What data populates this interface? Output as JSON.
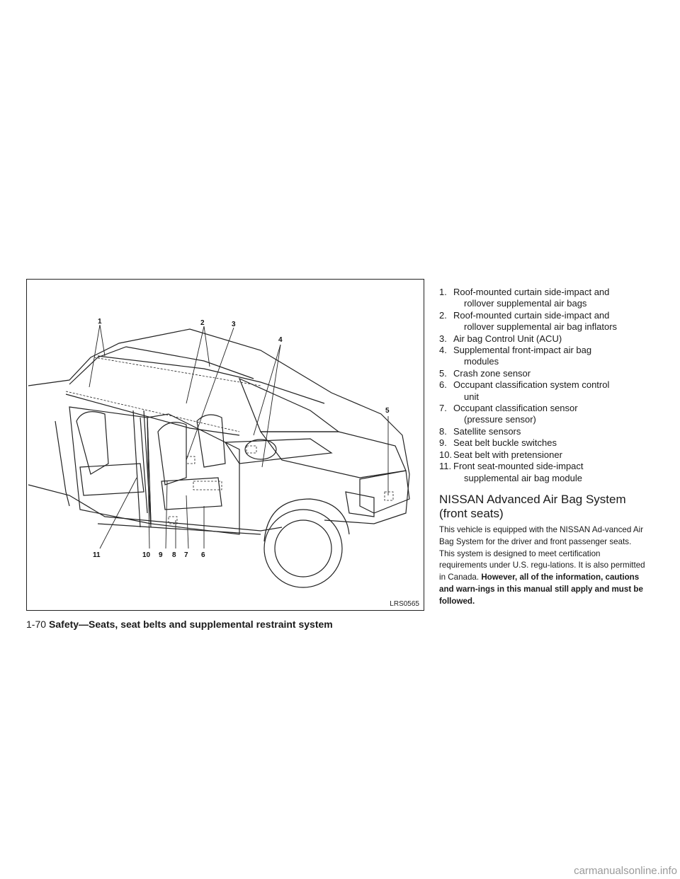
{
  "figure": {
    "code": "LRS0565",
    "callouts": [
      "1",
      "2",
      "3",
      "4",
      "5",
      "6",
      "7",
      "8",
      "9",
      "10",
      "11"
    ]
  },
  "list": [
    {
      "num": "1.",
      "text": "Roof-mounted curtain side-impact and",
      "cont": "rollover supplemental air bags"
    },
    {
      "num": "2.",
      "text": "Roof-mounted curtain side-impact and",
      "cont": "rollover supplemental air bag inflators"
    },
    {
      "num": "3.",
      "text": "Air bag Control Unit (ACU)",
      "cont": ""
    },
    {
      "num": "4.",
      "text": "Supplemental front-impact air bag",
      "cont": "modules"
    },
    {
      "num": "5.",
      "text": "Crash zone sensor",
      "cont": ""
    },
    {
      "num": "6.",
      "text": "Occupant classification system control",
      "cont": "unit"
    },
    {
      "num": "7.",
      "text": "Occupant classification sensor",
      "cont": "(pressure sensor)"
    },
    {
      "num": "8.",
      "text": "Satellite sensors",
      "cont": ""
    },
    {
      "num": "9.",
      "text": "Seat belt buckle switches",
      "cont": ""
    },
    {
      "num": "10.",
      "text": "Seat belt with pretensioner",
      "cont": ""
    },
    {
      "num": "11.",
      "text": "Front seat-mounted side-impact",
      "cont": "supplemental air bag module"
    }
  ],
  "section": {
    "heading_line1": "NISSAN Advanced Air Bag System",
    "heading_line2": "(front seats)",
    "body_normal": "This vehicle is equipped with the NISSAN Ad-vanced Air Bag System for the driver and front passenger seats. This system is designed to meet certification requirements under U.S. regu-lations. It is also permitted in Canada. ",
    "body_bold": "However, all of the information, cautions and warn-ings in this manual still apply and must be followed."
  },
  "footer": {
    "page": "1-70",
    "section": "Safety—Seats, seat belts and supplemental restraint system"
  },
  "watermark": "carmanualsonline.info"
}
